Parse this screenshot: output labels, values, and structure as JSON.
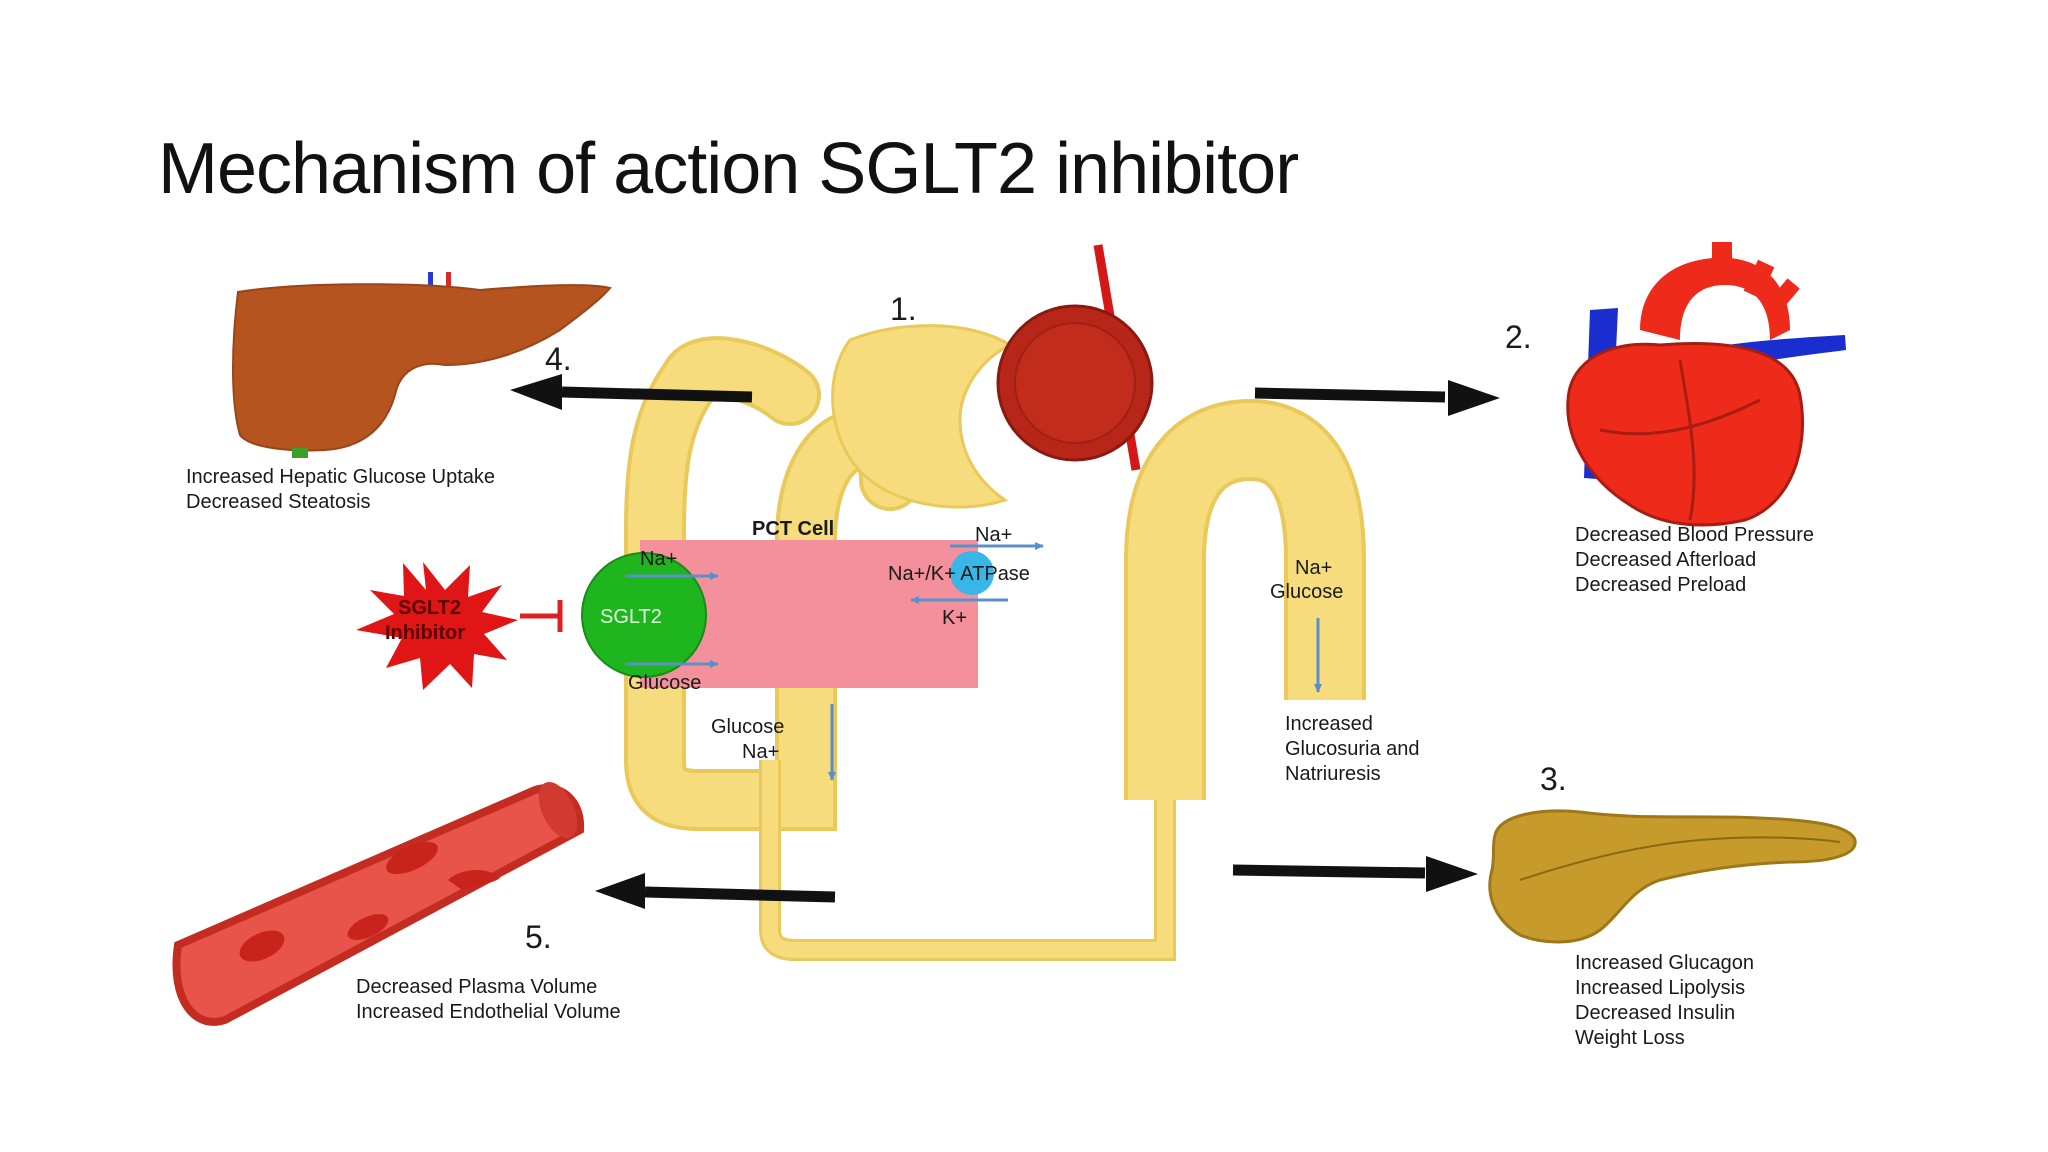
{
  "slide": {
    "title": "Mechanism of action SGLT2 inhibitor"
  },
  "diagram": {
    "steps": {
      "one": "1.",
      "two": "2.",
      "three": "3.",
      "four": "4.",
      "five": "5."
    },
    "pct_cell": {
      "title": "PCT Cell",
      "na_in": "Na+",
      "sglt2": "SGLT2",
      "glucose_in": "Glucose",
      "na_out": "Na+",
      "atpase": "Na+/K+ ATPase",
      "k_in": "K+"
    },
    "inhibitor": {
      "line1": "SGLT2",
      "line2": "Inhibitor"
    },
    "reabsorbed": {
      "line1": "Glucose",
      "line2": "Na+"
    },
    "loop": {
      "na": "Na+",
      "glucose": "Glucose",
      "result_lines": [
        "Increased",
        "Glucosuria and",
        "Natriuresis"
      ]
    },
    "liver": {
      "effects": [
        "Increased Hepatic Glucose Uptake",
        "Decreased Steatosis"
      ]
    },
    "heart": {
      "effects": [
        "Decreased Blood Pressure",
        "Decreased Afterload",
        "Decreased Preload"
      ]
    },
    "pancreas": {
      "effects": [
        "Increased Glucagon",
        "Increased Lipolysis",
        "Decreased Insulin",
        "Weight Loss"
      ]
    },
    "vessel": {
      "effects": [
        "Decreased Plasma Volume",
        "Increased Endothelial Volume"
      ]
    },
    "colors": {
      "tubule": "#f6dc7c",
      "tubule_edge": "#e8c95a",
      "cell": "#f4909c",
      "sglt2": "#1fb51f",
      "atpase": "#39b6e6",
      "flow_arrow": "#5b8fc8",
      "inhibit": "#e02020",
      "liver": "#b5541f",
      "heart": "#ee2a1a",
      "pancreas": "#c79a2c",
      "vessel": "#e9544a",
      "glomerulus": "#b8261a"
    }
  }
}
